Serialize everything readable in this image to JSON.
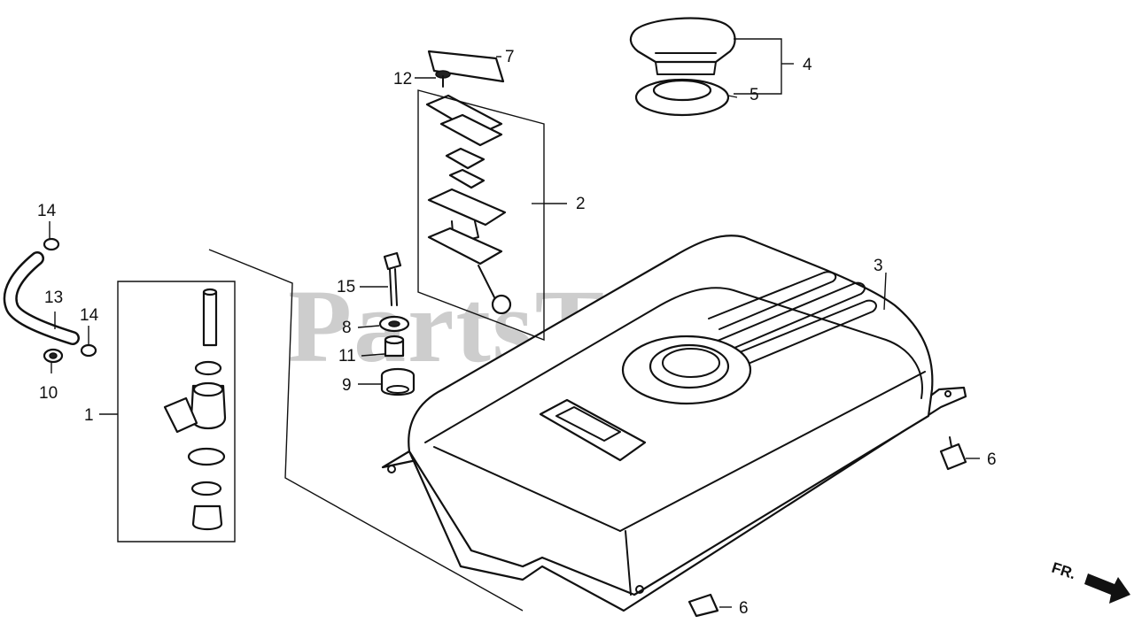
{
  "watermark": "PartsTree",
  "direction_marker": "FR.",
  "callouts": [
    "1",
    "2",
    "3",
    "4",
    "5",
    "6",
    "6",
    "7",
    "8",
    "9",
    "10",
    "11",
    "12",
    "13",
    "14",
    "14",
    "15"
  ]
}
